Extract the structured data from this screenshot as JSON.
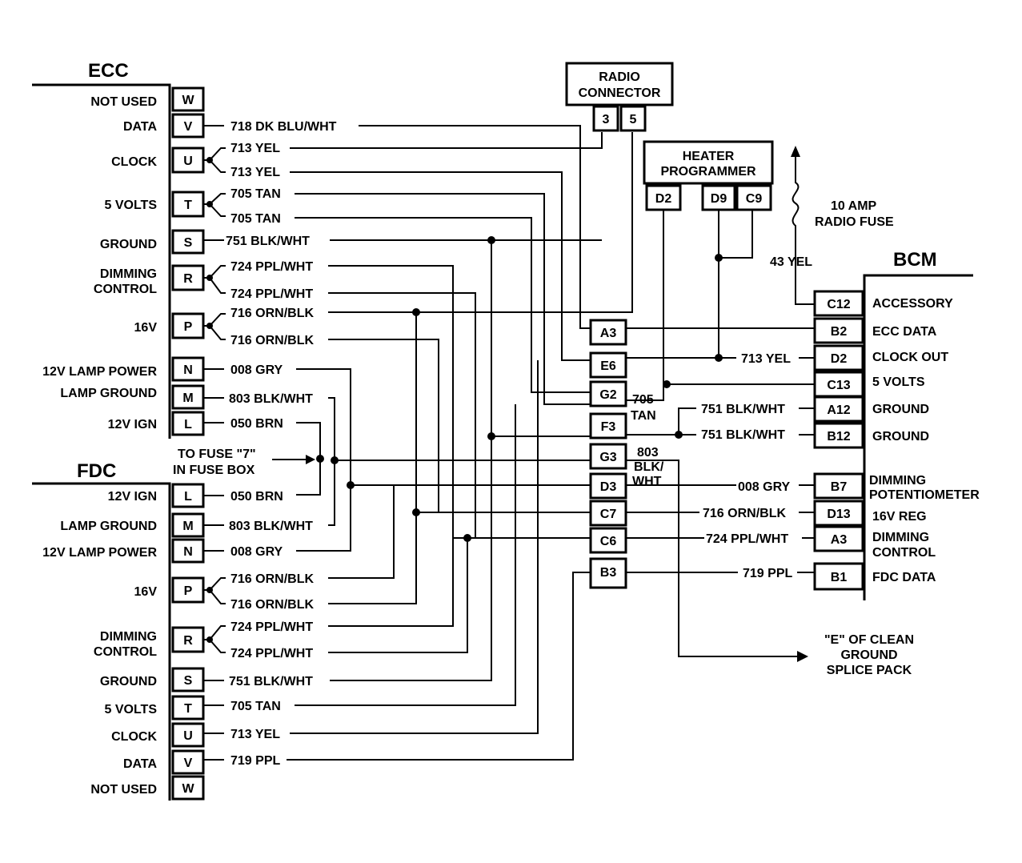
{
  "ecc": {
    "title": "ECC",
    "pins": [
      {
        "pin": "W",
        "label": "NOT USED"
      },
      {
        "pin": "V",
        "label": "DATA"
      },
      {
        "pin": "U",
        "label": "CLOCK"
      },
      {
        "pin": "T",
        "label": "5 VOLTS"
      },
      {
        "pin": "S",
        "label": "GROUND"
      },
      {
        "pin": "R",
        "label": "DIMMING"
      },
      {
        "pin": "P",
        "label": "16V"
      },
      {
        "pin": "N",
        "label": "12V LAMP POWER"
      },
      {
        "pin": "M",
        "label": "LAMP GROUND"
      },
      {
        "pin": "L",
        "label": "12V IGN"
      }
    ],
    "dimming_line2": "CONTROL",
    "wires": [
      "718 DK BLU/WHT",
      "713 YEL",
      "713 YEL",
      "705 TAN",
      "705 TAN",
      "751 BLK/WHT",
      "724 PPL/WHT",
      "724 PPL/WHT",
      "716 ORN/BLK",
      "716 ORN/BLK",
      "008 GRY",
      "803 BLK/WHT",
      "050 BRN"
    ]
  },
  "fdc": {
    "title": "FDC",
    "pins": [
      {
        "pin": "L",
        "label": "12V IGN"
      },
      {
        "pin": "M",
        "label": "LAMP GROUND"
      },
      {
        "pin": "N",
        "label": "12V LAMP POWER"
      },
      {
        "pin": "P",
        "label": "16V"
      },
      {
        "pin": "R",
        "label": "DIMMING"
      },
      {
        "pin": "S",
        "label": "GROUND"
      },
      {
        "pin": "T",
        "label": "5 VOLTS"
      },
      {
        "pin": "U",
        "label": "CLOCK"
      },
      {
        "pin": "V",
        "label": "DATA"
      },
      {
        "pin": "W",
        "label": "NOT USED"
      }
    ],
    "dimming_line2": "CONTROL",
    "wires": [
      "050 BRN",
      "803 BLK/WHT",
      "008 GRY",
      "716 ORN/BLK",
      "716 ORN/BLK",
      "724 PPL/WHT",
      "724 PPL/WHT",
      "751 BLK/WHT",
      "705 TAN",
      "713 YEL",
      "719 PPL"
    ]
  },
  "fuse_note": [
    "TO FUSE \"7\"",
    "IN FUSE BOX"
  ],
  "radio_connector": {
    "title": [
      "RADIO",
      "CONNECTOR"
    ],
    "pins": [
      "3",
      "5"
    ]
  },
  "heater_programmer": {
    "title": [
      "HEATER",
      "PROGRAMMER"
    ],
    "pins": [
      "D2",
      "D9",
      "C9"
    ]
  },
  "radio_fuse": {
    "label": [
      "10 AMP",
      "RADIO FUSE"
    ],
    "wire": "43 YEL"
  },
  "splice": {
    "pins": [
      "A3",
      "E6",
      "G2",
      "F3",
      "G3",
      "D3",
      "C7",
      "C6",
      "B3"
    ],
    "tan_label": [
      "705",
      "TAN"
    ],
    "blk_label": [
      "803",
      "BLK/",
      "WHT"
    ]
  },
  "bcm": {
    "title": "BCM",
    "pins": [
      {
        "pin": "C12",
        "label": "ACCESSORY"
      },
      {
        "pin": "B2",
        "label": "ECC DATA"
      },
      {
        "pin": "D2",
        "label": "CLOCK OUT"
      },
      {
        "pin": "C13",
        "label": "5 VOLTS"
      },
      {
        "pin": "A12",
        "label": "GROUND"
      },
      {
        "pin": "B12",
        "label": "GROUND"
      },
      {
        "pin": "B7",
        "label": "DIMMING"
      },
      {
        "pin": "D13",
        "label": "16V REG"
      },
      {
        "pin": "A3",
        "label": "DIMMING"
      },
      {
        "pin": "B1",
        "label": "FDC DATA"
      }
    ],
    "b7_line2": "POTENTIOMETER",
    "a3_line2": "CONTROL",
    "wires": [
      "713 YEL",
      "751 BLK/WHT",
      "751 BLK/WHT",
      "008 GRY",
      "716 ORN/BLK",
      "724 PPL/WHT",
      "719 PPL"
    ]
  },
  "ground_note": [
    "\"E\" OF CLEAN",
    "GROUND",
    "SPLICE PACK"
  ]
}
